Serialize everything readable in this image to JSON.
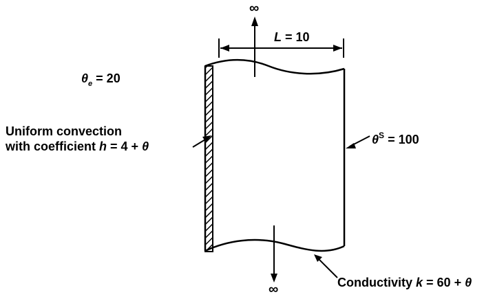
{
  "symbols": {
    "infinity": "∞"
  },
  "length_label": {
    "symbol": "L",
    "equals": " = ",
    "value": "10"
  },
  "ambient_temp": {
    "symbol": "θ",
    "subscript": "e",
    "rest": " = 20"
  },
  "convection_label": {
    "line1": "Uniform convection",
    "line2_prefix": "with coefficient ",
    "var": "h",
    "expr": " = 4 + ",
    "theta": "θ"
  },
  "surface_temp": {
    "symbol": "θ",
    "superscript": "S",
    "rest": " = 100"
  },
  "conductivity_label": {
    "prefix": "Conductivity ",
    "var": "k",
    "expr": " = 60 + ",
    "theta": "θ"
  },
  "colors": {
    "ink": "#000000",
    "background": "#ffffff"
  }
}
